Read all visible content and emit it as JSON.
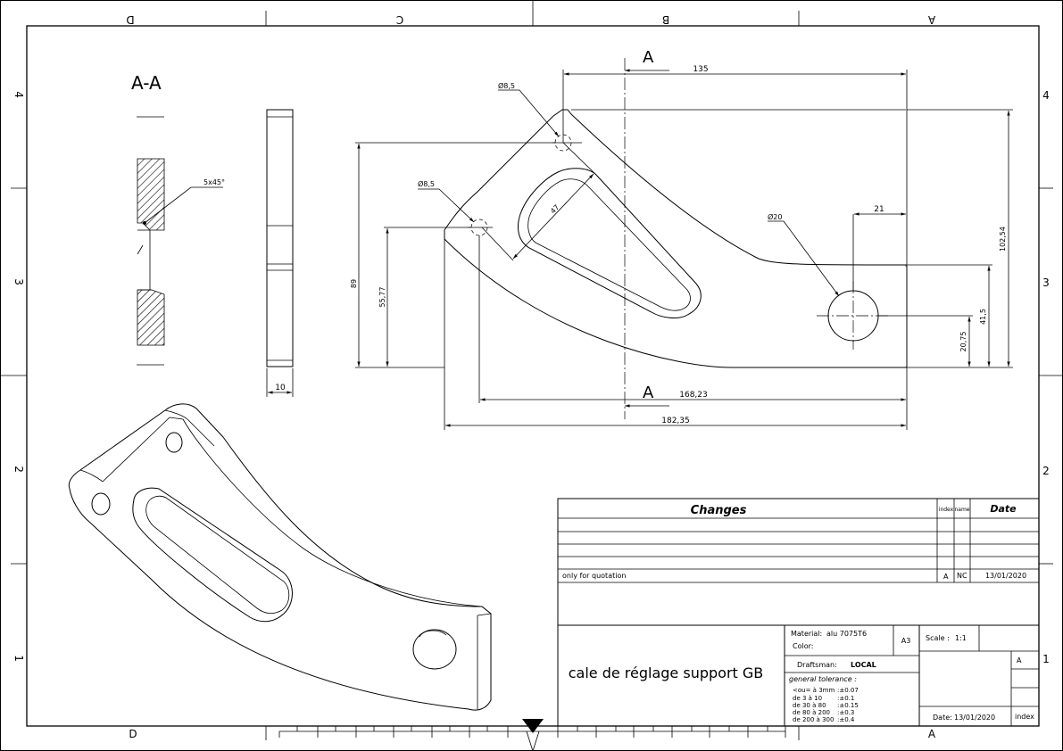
{
  "border": {
    "columns_top": [
      "D",
      "C",
      "B",
      "A"
    ],
    "columns_bottom": [
      "D",
      "A"
    ],
    "rows_left": [
      "4",
      "3",
      "2",
      "1"
    ],
    "rows_right": [
      "4",
      "3",
      "2",
      "1"
    ]
  },
  "section_view": {
    "title": "A-A",
    "chamfer_note": "5x45°",
    "thickness_dim": "10"
  },
  "front_view": {
    "section_mark": "A",
    "dimensions": {
      "d135": "135",
      "hole_top": "Ø8,5",
      "hole_left": "Ø8,5",
      "hole_big": "Ø20",
      "d21": "21",
      "d102": "102,54",
      "d89": "89",
      "d55": "55,77",
      "d41": "41,5",
      "d20": "20,75",
      "d168": "168,23",
      "d182": "182,35",
      "d47": "47"
    }
  },
  "title_block": {
    "changes_header": "Changes",
    "index_header": "index",
    "name_header": "name",
    "date_header": "Date",
    "change_rows": [
      {
        "description": "only for quotation",
        "index": "A",
        "name": "NC",
        "date": "13/01/2020"
      }
    ],
    "part_title": "cale de réglage support GB",
    "material_label": "Material:",
    "material_value": "alu 7075T6",
    "color_label": "Color:",
    "format": "A3",
    "scale_label": "Scale :",
    "scale_value": "1:1",
    "draftsman_label": "Draftsman:",
    "draftsman_value": "LOCAL",
    "tolerance_title": "general tolerance :",
    "tolerances": [
      {
        "range": "<ou= à 3mm",
        "value": ":±0.07"
      },
      {
        "range": "de 3 à 10",
        "value": ":±0.1"
      },
      {
        "range": "de 30 à 80",
        "value": ":±0.15"
      },
      {
        "range": "de 80 à 200",
        "value": ":±0.3"
      },
      {
        "range": "de 200 à 300",
        "value": ":±0.4"
      }
    ],
    "revision_index": "A",
    "date_label": "Date:",
    "date_value": "13/01/2020",
    "index_label": "index"
  }
}
